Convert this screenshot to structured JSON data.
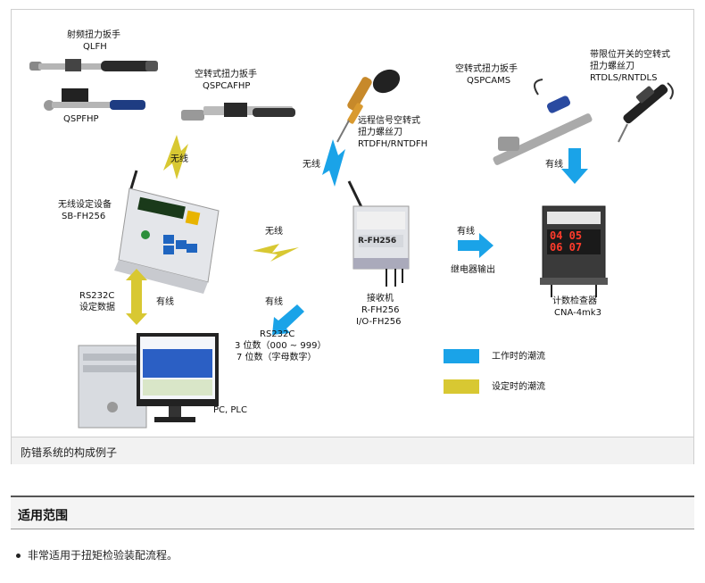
{
  "diagram": {
    "labels": {
      "qlfh_title": "射频扭力扳手",
      "qlfh_model": "QLFH",
      "qspfhp_model": "QSPFHP",
      "qspcafhp_title": "空转式扭力扳手",
      "qspcafhp_model": "QSPCAFHP",
      "rtdfh_title1": "远程信号空转式",
      "rtdfh_title2": "扭力螺丝刀",
      "rtdfh_model": "RTDFH/RNTDFH",
      "qspcams_title": "空转式扭力扳手",
      "qspcams_model": "QSPCAMS",
      "rtdls_title1": "带限位开关的空转式",
      "rtdls_title2": "扭力螺丝刀",
      "rtdls_model": "RTDLS/RNTDLS",
      "wireless_1": "无线",
      "wireless_2": "无线",
      "wireless_3": "无线",
      "sbfh_title": "无线设定设备",
      "sbfh_model": "SB-FH256",
      "wired_1": "有线",
      "wired_2": "有线",
      "wired_3": "有线",
      "wired_4": "有线",
      "relay_out": "继电器输出",
      "receiver_title": "接收机",
      "receiver_model1": "R-FH256",
      "receiver_model2": "I/O-FH256",
      "receiver_device_text": "R-FH256",
      "cna_title": "计数检查器",
      "cna_model": "CNA-4mk3",
      "cna_digits_1": "04 05",
      "cna_digits_2": "06 07",
      "rs232c_setting1": "RS232C",
      "rs232c_setting2": "设定数据",
      "rs232c_out1": "RS232C",
      "rs232c_out2": "3 位数（000 ~ 999）",
      "rs232c_out3": "7 位数（字母数字）",
      "pc_label": "PC, PLC"
    },
    "legend": [
      {
        "label": "工作时的潮流",
        "color": "#1aa3e8"
      },
      {
        "label": "设定时的潮流",
        "color": "#d8c832"
      }
    ],
    "colors": {
      "blue_arrow": "#1aa3e8",
      "yellow_arrow": "#d8c832"
    }
  },
  "caption": "防错系统的构成例子",
  "section": {
    "title": "适用范围",
    "bullets": [
      "非常适用于扭矩检验装配流程。"
    ]
  }
}
